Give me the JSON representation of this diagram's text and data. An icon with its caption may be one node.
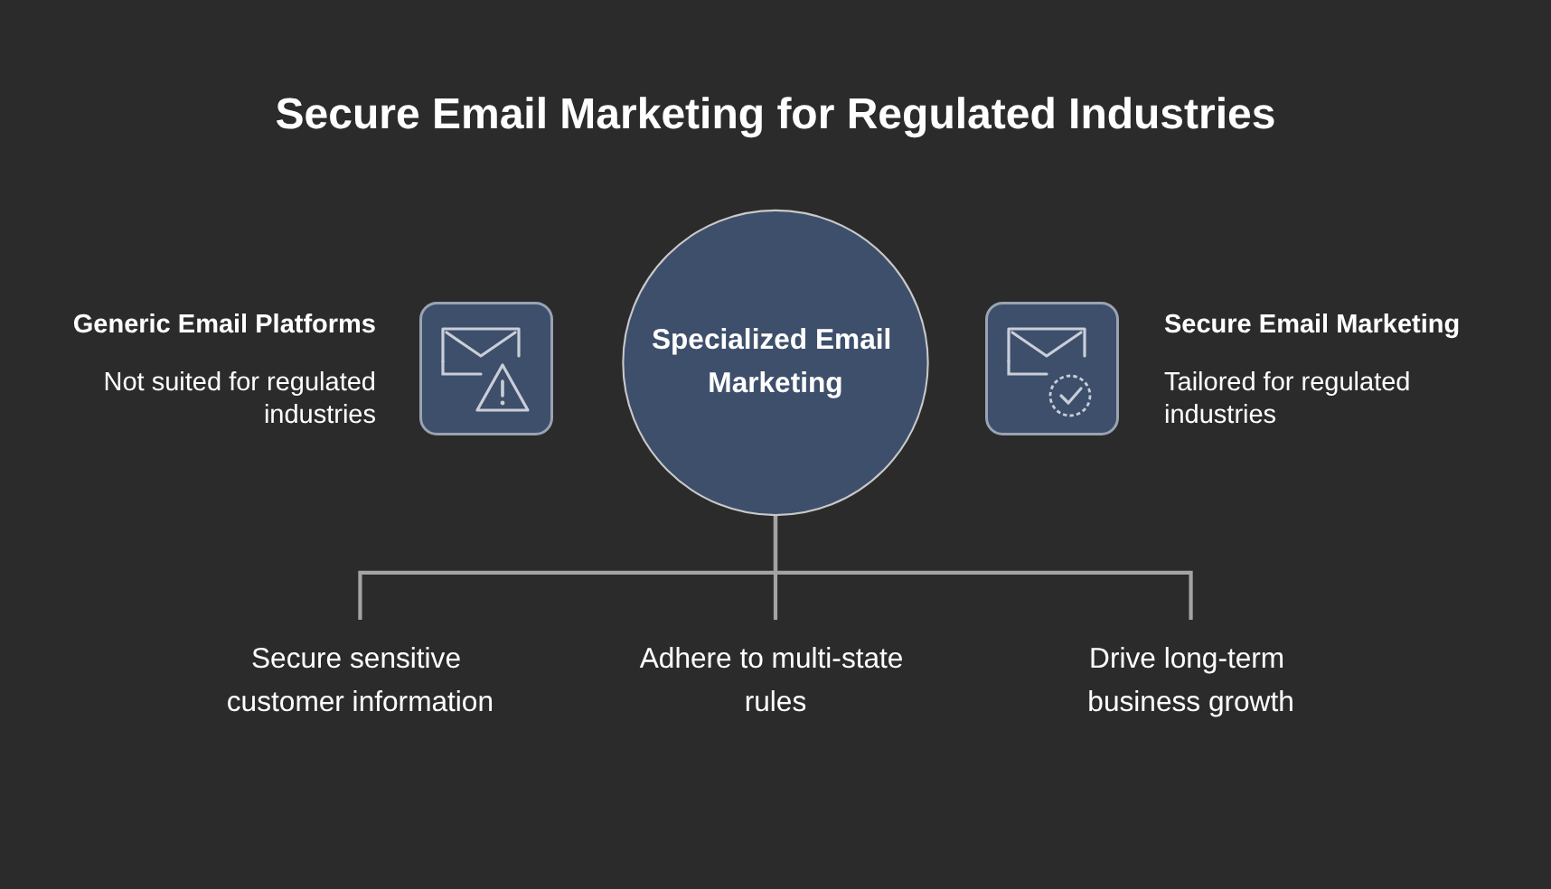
{
  "diagram": {
    "title": "Secure Email Marketing for Regulated Industries",
    "nodes": [
      {
        "text": [
          "Specialized Email Marketing"
        ]
      },
      {
        "text": [
          "Secure sensitive customer information"
        ]
      },
      {
        "text": [
          "Adhere to multi-state rules"
        ]
      },
      {
        "text": [
          "Drive long-term business growth"
        ]
      }
    ],
    "edges": [
      {
        "from": 0,
        "to": 1,
        "arrow": "none"
      },
      {
        "from": 0,
        "to": 2,
        "arrow": "none"
      },
      {
        "from": 0,
        "to": 3,
        "arrow": "none"
      }
    ],
    "labels": [
      "Generic Email Platforms",
      "Not suited for regulated industries",
      "Secure Email Marketing",
      "Tailored for regulated industries"
    ]
  }
}
